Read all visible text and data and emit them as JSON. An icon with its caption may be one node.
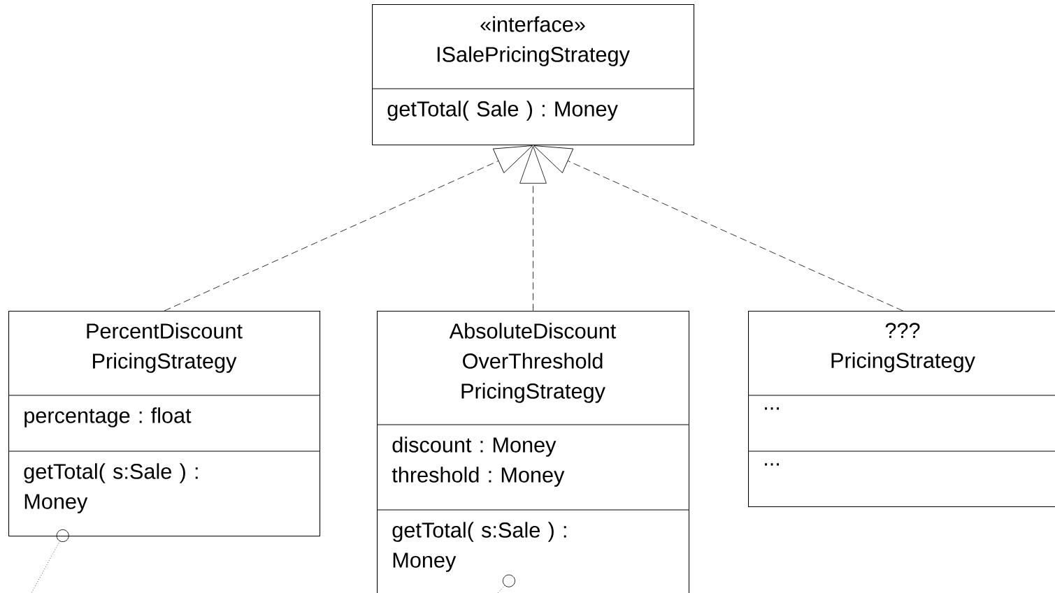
{
  "diagram": {
    "nodes": [
      {
        "text": [
          "«interface» ISalePricingStrategy",
          "getTotal( Sale ) : Money"
        ]
      },
      {
        "text": [
          "PercentDiscount PricingStrategy",
          "percentage : float",
          "getTotal( s:Sale ) : Money"
        ]
      },
      {
        "text": [
          "AbsoluteDiscount OverThreshold PricingStrategy",
          "discount : Money threshold : Money",
          "getTotal( s:Sale ) : Money"
        ]
      },
      {
        "text": [
          "??? PricingStrategy",
          "...",
          "..."
        ]
      }
    ],
    "edges": [
      {
        "from": 1,
        "to": 0,
        "arrow": "to",
        "style": "dashed"
      },
      {
        "from": 2,
        "to": 0,
        "arrow": "to",
        "style": "dashed"
      },
      {
        "from": 3,
        "to": 0,
        "arrow": "to",
        "style": "dashed"
      },
      {
        "from": 1,
        "to": null,
        "arrow": "other",
        "style": "dashed"
      },
      {
        "from": 2,
        "to": null,
        "arrow": "other",
        "style": "dashed"
      }
    ]
  }
}
